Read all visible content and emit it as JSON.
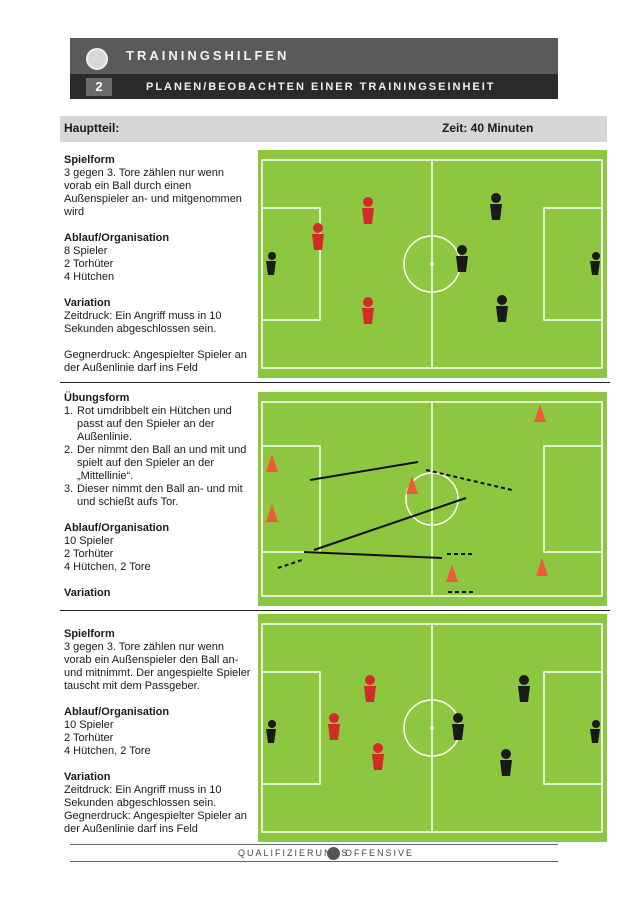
{
  "header": {
    "title": "TRAININGSHILFEN",
    "number": "2",
    "subtitle": "PLANEN/BEOBACHTEN EINER TRAININGSEINHEIT"
  },
  "bar": {
    "left": "Hauptteil:",
    "right": "Zeit: 40 Minuten"
  },
  "section1": {
    "title": "Spielform",
    "body": [
      "3 gegen 3. Tore zählen nur wenn",
      "vorab ein Ball durch einen",
      "Außenspieler an- und mitgenommen",
      "wird"
    ],
    "org_title": "Ablauf/Organisation",
    "org": [
      "8 Spieler",
      "2 Torhüter",
      "4 Hütchen"
    ],
    "var_title": "Variation",
    "var": [
      "Zeitdruck: Ein Angriff muss in 10",
      "Sekunden abgeschlossen sein."
    ],
    "var2": [
      "Gegnerdruck: Angespielter Spieler an",
      "der Außenlinie darf ins Feld"
    ]
  },
  "section2": {
    "title": "Übungsform",
    "steps": [
      {
        "n": "1.",
        "lines": [
          "Rot umdribbelt ein Hütchen und",
          "passt auf den Spieler an der",
          "Außenlinie."
        ]
      },
      {
        "n": "2.",
        "lines": [
          "Der nimmt den Ball an und mit und",
          "spielt auf den Spieler an der",
          "„Mittellinie“."
        ]
      },
      {
        "n": "3.",
        "lines": [
          "Dieser nimmt den Ball an- und mit",
          "und schießt aufs Tor."
        ]
      }
    ],
    "org_title": "Ablauf/Organisation",
    "org": [
      "10 Spieler",
      "2 Torhüter",
      "4 Hütchen, 2 Tore"
    ],
    "var_title": "Variation"
  },
  "section3": {
    "title": "Spielform",
    "body": [
      "3 gegen 3. Tore zählen nur wenn",
      "vorab ein Außenspieler den Ball an-",
      "und mitnimmt. Der angespielte Spieler",
      "tauscht mit dem Passgeber."
    ],
    "org_title": "Ablauf/Organisation",
    "org": [
      "10 Spieler",
      "2 Torhüter",
      "4 Hütchen, 2 Tore"
    ],
    "var_title": "Variation",
    "var": [
      "Zeitdruck: Ein Angriff muss in 10",
      "Sekunden abgeschlossen sein.",
      "Gegnerdruck: Angespielter Spieler an",
      "der Außenlinie darf ins Feld"
    ]
  },
  "footer": {
    "text_left": "QUALIFIZIERUNGS",
    "text_right": "OFFENSIVE"
  },
  "colors": {
    "pitch": "#8dc63f",
    "pitch_stripe": "#96cc4a",
    "red_player": "#d42a2a",
    "black_player": "#1a1a1a",
    "cone": "#ee5a3a"
  }
}
